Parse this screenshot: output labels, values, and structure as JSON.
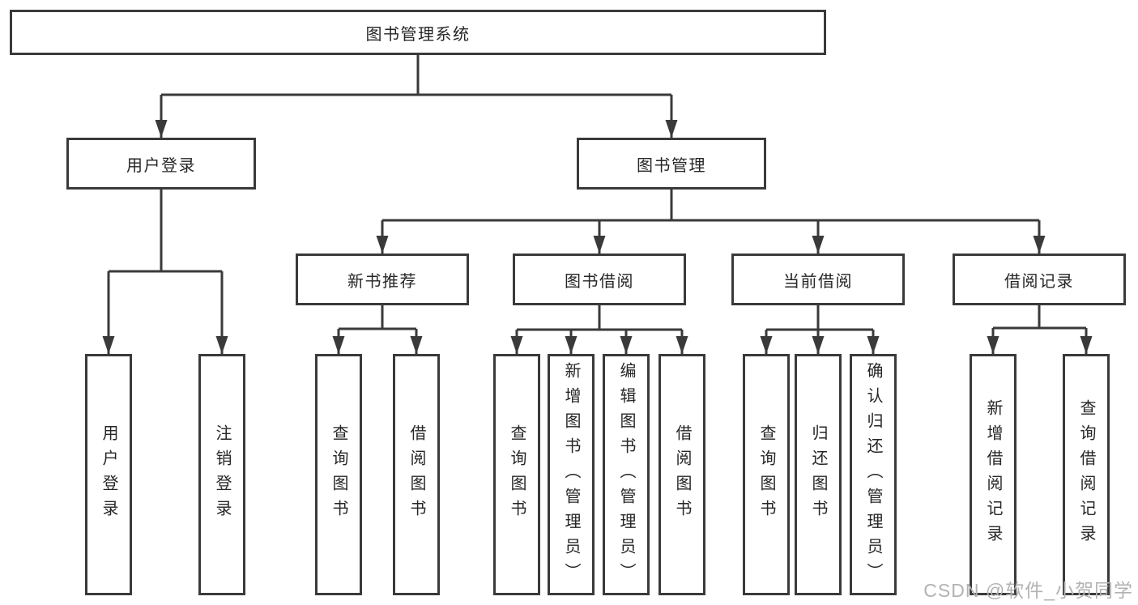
{
  "diagram": {
    "title": "图书管理系统",
    "root": {
      "label": "图书管理系统"
    },
    "level2": [
      {
        "label": "用户登录"
      },
      {
        "label": "图书管理"
      }
    ],
    "level3": [
      {
        "label": "新书推荐"
      },
      {
        "label": "图书借阅"
      },
      {
        "label": "当前借阅"
      },
      {
        "label": "借阅记录"
      }
    ],
    "groups": [
      {
        "parent": "用户登录",
        "children": [
          "用户登录",
          "注销登录"
        ]
      },
      {
        "parent": "新书推荐",
        "children": [
          "查询图书",
          "借阅图书"
        ]
      },
      {
        "parent": "图书借阅",
        "children": [
          "查询图书",
          "新增图书（管理员）",
          "编辑图书（管理员）",
          "借阅图书"
        ]
      },
      {
        "parent": "当前借阅",
        "children": [
          "查询图书",
          "归还图书",
          "确认归还（管理员）"
        ]
      },
      {
        "parent": "借阅记录",
        "children": [
          "新增借阅记录",
          "查询借阅记录"
        ]
      }
    ]
  },
  "watermark": {
    "text": "CSDN @软件_小贺同学"
  },
  "colors": {
    "line": "#3a3a3a",
    "text": "#262626",
    "watermark": "#b2b2b2",
    "background": "#ffffff"
  }
}
